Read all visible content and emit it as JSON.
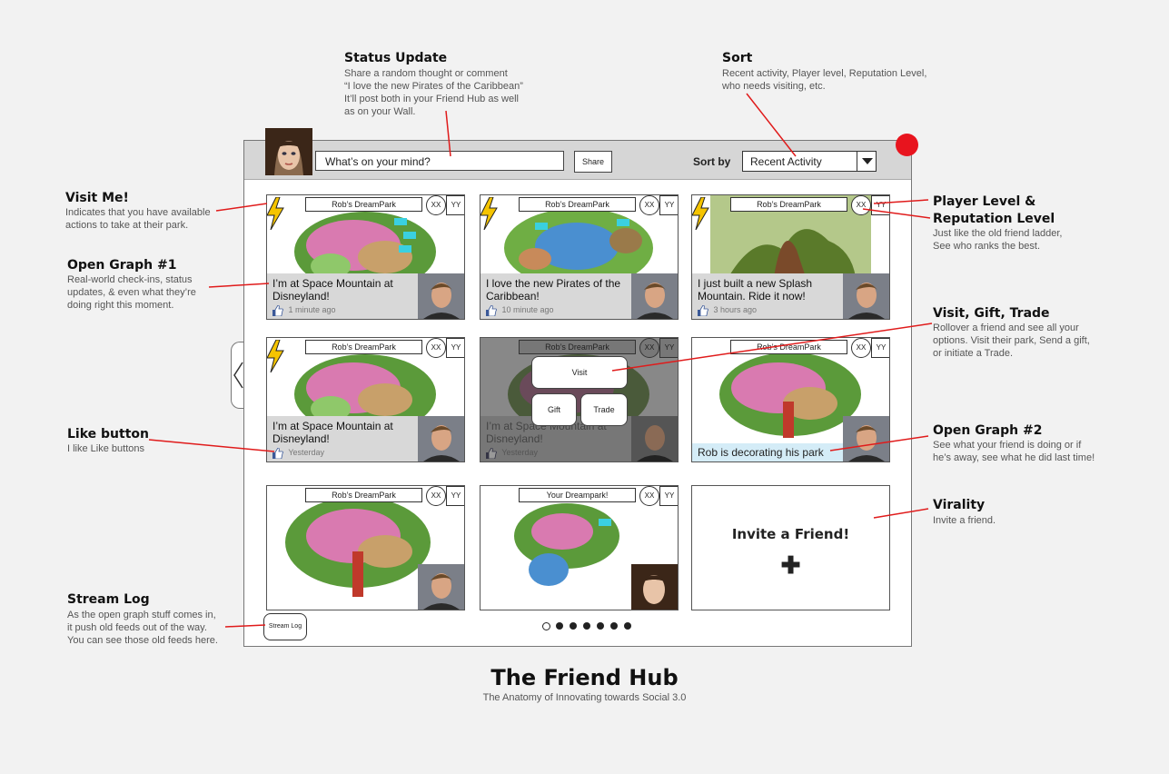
{
  "annotations": {
    "status_update": {
      "title": "Status Update",
      "desc": [
        "Share a random thought or comment",
        "“I love the new Pirates of the Caribbean”",
        "It’ll post both in your Friend Hub as well",
        "as on your Wall."
      ]
    },
    "sort": {
      "title": "Sort",
      "desc": [
        "Recent activity, Player level, Reputation Level,",
        "who needs visiting, etc."
      ]
    },
    "visit_me": {
      "title": "Visit Me!",
      "desc": [
        "Indicates that you have available",
        "actions to take at their park."
      ]
    },
    "open_graph_1": {
      "title": "Open Graph #1",
      "desc": [
        "Real-world check-ins, status",
        "updates, & even what they’re",
        "doing right this moment."
      ]
    },
    "like_button": {
      "title": "Like button",
      "desc": [
        "I like Like buttons"
      ]
    },
    "stream_log": {
      "title": "Stream Log",
      "desc": [
        "As the open graph stuff comes in,",
        "it push old feeds out of the way.",
        "You can see those old feeds here."
      ]
    },
    "player_level": {
      "title1": "Player Level  &",
      "title2": "Reputation Level",
      "desc": [
        "Just like the old friend ladder,",
        "See who ranks the best."
      ]
    },
    "visit_gift_trade": {
      "title": "Visit, Gift, Trade",
      "desc": [
        "Rollover a friend and see all your",
        "options. Visit their park, Send a gift,",
        "or initiate a Trade."
      ]
    },
    "open_graph_2": {
      "title": "Open Graph #2",
      "desc": [
        "See what your friend is doing or if",
        "he’s away, see what he did last time!"
      ]
    },
    "virality": {
      "title": "Virality",
      "desc": [
        "Invite a friend."
      ]
    }
  },
  "header": {
    "status_placeholder": "What’s on your mind?",
    "share_label": "Share",
    "sort_label": "Sort by",
    "sort_value": "Recent Activity"
  },
  "cards": [
    {
      "name": "Rob’s DreamPark",
      "xx": "XX",
      "yy": "YY",
      "status": "I’m at Space Mountain at Disneyland!",
      "time": "1 minute ago"
    },
    {
      "name": "Rob’s DreamPark",
      "xx": "XX",
      "yy": "YY",
      "status": "I love the new Pirates of the Caribbean!",
      "time": "10 minute ago"
    },
    {
      "name": "Rob’s DreamPark",
      "xx": "XX",
      "yy": "YY",
      "status": "I just built a new Splash Mountain. Ride it now!",
      "time": "3 hours ago"
    },
    {
      "name": "Rob’s DreamPark",
      "xx": "XX",
      "yy": "YY",
      "status": "I’m at Space Mountain at Disneyland!",
      "time": "Yesterday"
    },
    {
      "name": "Rob’s DreamPark",
      "xx": "XX",
      "yy": "YY",
      "status": "I’m at Space Mountain at Disneyland!",
      "time": "Yesterday",
      "visit": "Visit",
      "gift": "Gift",
      "trade": "Trade"
    },
    {
      "name": "Rob’s DreamPark",
      "xx": "XX",
      "yy": "YY",
      "status": "Rob is decorating his park"
    },
    {
      "name": "Rob’s DreamPark",
      "xx": "XX",
      "yy": "YY"
    },
    {
      "name": "Your Dreampark!",
      "xx": "XX",
      "yy": "YY"
    }
  ],
  "invite": {
    "title": "Invite a Friend!",
    "plus": "✚"
  },
  "stream_log_label": "Stream Log",
  "pagination": {
    "total": 7,
    "current": 1
  },
  "footer": {
    "title": "The Friend Hub",
    "subtitle": "The Anatomy of Innovating towards Social 3.0"
  },
  "colors": {
    "accent_red": "#e01b1b",
    "notification_dot": "#e8141e",
    "bolt": "#f5c400",
    "og2_bg": "#d4ecf7"
  }
}
